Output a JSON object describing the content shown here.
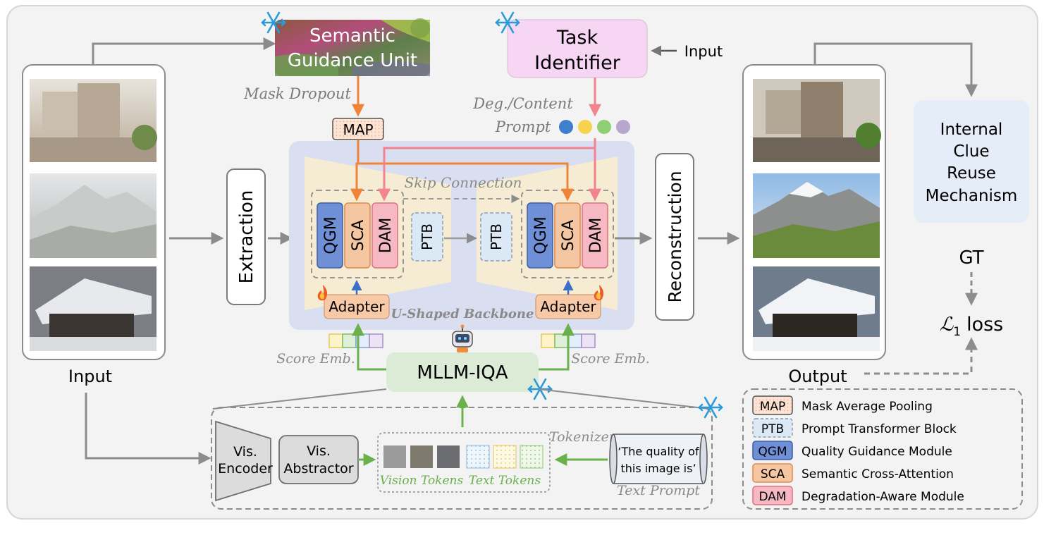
{
  "semantic_unit": {
    "line1": "Semantic",
    "line2": "Guidance Unit"
  },
  "task_identifier": {
    "line1": "Task",
    "line2": "Identifier"
  },
  "task_input_label": "Input",
  "mask_dropout": "Mask Dropout",
  "map_label": "MAP",
  "prompt_label": {
    "line1": "Deg./Content",
    "line2": "Prompt"
  },
  "prompt_dot_colors": [
    "#3f7fce",
    "#f7d24e",
    "#8fce74",
    "#b8a6cf"
  ],
  "extraction": "Extraction",
  "reconstruction": "Reconstruction",
  "skip_connection": "Skip Connection",
  "blocks": {
    "qgm": "QGM",
    "sca": "SCA",
    "dam": "DAM",
    "ptb": "PTB"
  },
  "adapter": "Adapter",
  "backbone_label": "U-Shaped Backbone",
  "score_emb": "Score Emb.",
  "mllm": "MLLM-IQA",
  "vis_encoder": {
    "line1": "Vis.",
    "line2": "Encoder"
  },
  "vis_abstractor": {
    "line1": "Vis.",
    "line2": "Abstractor"
  },
  "vision_tokens": "Vision Tokens",
  "text_tokens": "Text Tokens",
  "tokenizer": "Tokenizer",
  "text_prompt_content": {
    "line1": "‘The quality of",
    "line2": "this image is’"
  },
  "text_prompt_label": "Text Prompt",
  "input_label": "Input",
  "output_label": "Output",
  "icrm": {
    "line1": "Internal",
    "line2": "Clue",
    "line3": "Reuse",
    "line4": "Mechanism"
  },
  "gt": "GT",
  "loss": {
    "symbol": "ℒ",
    "subscript": "1",
    "word": "loss"
  },
  "legend": [
    {
      "abbr": "MAP",
      "desc": "Mask Average Pooling"
    },
    {
      "abbr": "PTB",
      "desc": "Prompt Transformer Block"
    },
    {
      "abbr": "QGM",
      "desc": "Quality Guidance Module"
    },
    {
      "abbr": "SCA",
      "desc": "Semantic Cross-Attention"
    },
    {
      "abbr": "DAM",
      "desc": "Degradation-Aware Module"
    }
  ],
  "colors": {
    "qgm": "#6f8fd6",
    "sca": "#f4c7a2",
    "dam": "#f6b9c4",
    "ptb": "#dbe8f5",
    "map": "#fde3d3",
    "adapter": "#f7c9a6",
    "orange_arrow": "#ef8438",
    "pink_arrow": "#f3848f",
    "green_arrow": "#6ab04c",
    "gray_arrow": "#8c8c8c",
    "backbone_bg": "#d9dff0",
    "task_bg": "#f6d6f2",
    "mllm_bg": "#dcebd5",
    "icrm_bg": "#e5edf8"
  }
}
